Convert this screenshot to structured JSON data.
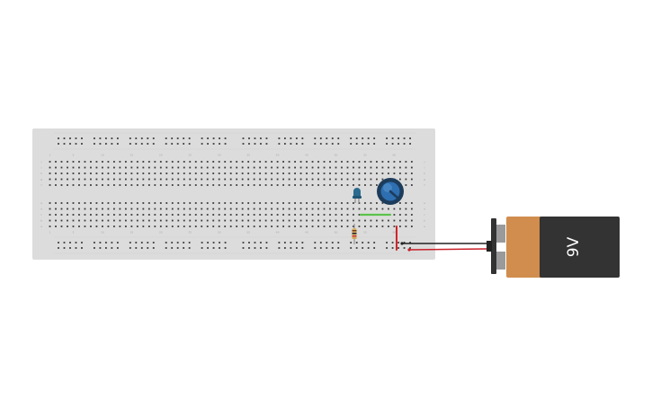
{
  "breadboard": {
    "column_numbers": [
      "1",
      "5",
      "10",
      "15",
      "20",
      "25",
      "30",
      "35",
      "40",
      "45",
      "50",
      "55",
      "60"
    ],
    "row_letters_top": [
      "j",
      "i",
      "h",
      "g",
      "f"
    ],
    "row_letters_bottom": [
      "e",
      "d",
      "c",
      "b",
      "a"
    ],
    "colors": {
      "body": "#dcdcdc",
      "hole": "#3a3a3a",
      "label": "#a8a8a8"
    }
  },
  "components": {
    "led": {
      "color": "#2a6b8f"
    },
    "potentiometer": {
      "color": "#2d6fb0",
      "ring": "#1d3c5c"
    },
    "resistor": {
      "body_color": "#d6b06a"
    },
    "jumper_wire": {
      "color": "#5bc24a"
    },
    "power_wire": {
      "color": "#d0262b"
    },
    "battery": {
      "voltage_label": "9V",
      "label_color": "#ffffff",
      "body_color": "#d08d4e",
      "case_color": "#333333",
      "leads": {
        "positive": "#c8202a",
        "negative": "#222222"
      }
    }
  }
}
